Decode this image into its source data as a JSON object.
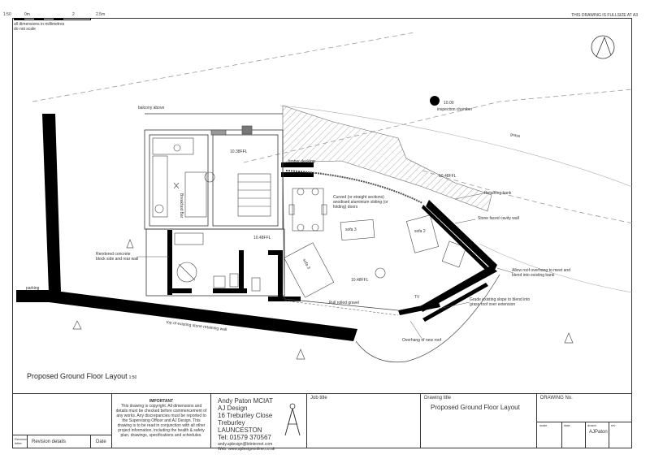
{
  "header": {
    "scale_ratio": "1:50",
    "scale_start": "0m",
    "scale_mid": "2",
    "scale_end": "2.5m",
    "note_dims": "all dimensions in millimetres",
    "note_scale": "do not scale",
    "sheet_note": "THIS DRAWING IS FULLSIZE AT A3"
  },
  "plan_labels": {
    "balcony": "balcony above",
    "inspection": "inspection chamber",
    "inspection_level": "10.00",
    "level_kitchen": "10.38FFL",
    "level_hall": "10.48FFL",
    "level_main": "10.48FFL",
    "level_upper": "10.48FFL",
    "timber_decking": "timber decking",
    "curved_glazing": "Curved (or straight sections) anodised aluminium sliding (or folding) doors",
    "retaining_bank": "Retaining bank",
    "stone_wall": "Stone faced cavity wall",
    "rendered_block": "Rendered concrete block side and rear wall",
    "parking": "parking",
    "existing_wall": "top of existing stone retaining wall",
    "gravel": "Pull rolled gravel",
    "roof_overhang": "Allow roof overhang to meet and blend into existing bank",
    "grade_slope": "Grade existing slope to blend into grass roof over extension",
    "overhang_new_roof": "Overhang of new roof",
    "grass": "grass",
    "breakfast_bar": "Breakfast Bar",
    "sofa_1": "sofa 3",
    "sofa_2": "sofa 2",
    "sofa_3": "sofa 3",
    "tv": "TV"
  },
  "drawing_title": {
    "text": "Proposed Ground Floor Layout",
    "scale": "1:50"
  },
  "title_block": {
    "important_heading": "IMPORTANT",
    "important_text": "This drawing is copyright. All dimensions and details must be checked before commencement of any works. Any discrepancies must be reported to the Supervising Officer and AJ Design. This drawing is to be read in conjunction with all other project information, including the health & safety plan, drawings, specifications and schedules.",
    "revision_label": "Revision details",
    "date_label": "Date",
    "revision_letter": "Revision letter",
    "designer_name": "Andy Paton MCIAT",
    "company": "AJ Design",
    "address_1": "16 Treburley Close",
    "address_2": "Treburley",
    "town": "LAUNCESTON",
    "tel": "Tel: 01579 370567",
    "email": "andy.ajdesign@btinternet.com",
    "web": "Web: www.ajdesignonline.co.uk",
    "job_title_label": "Job title",
    "drawing_title_label": "Drawing title",
    "drawing_title_value": "Proposed Ground Floor Layout",
    "drawing_no_label": "DRAWING No.",
    "scale_label": "scale",
    "date_col_label": "date",
    "drawn_label": "drawn",
    "drawn_value": "AJPaton",
    "rev_label": "rev"
  }
}
